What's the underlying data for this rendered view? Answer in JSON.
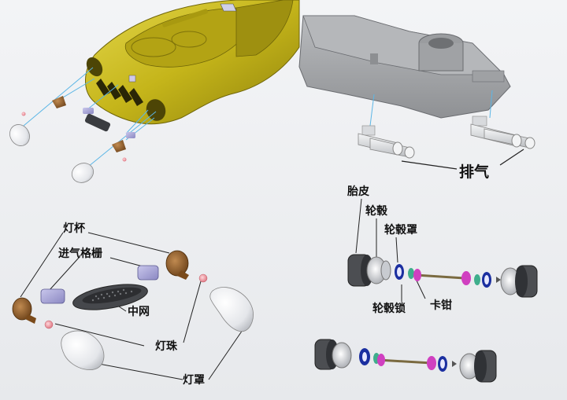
{
  "labels": {
    "exhaust": "排气",
    "tire": "胎皮",
    "hub": "轮毂",
    "hub_cover": "轮毂罩",
    "hub_lock": "轮毂锁",
    "clip": "卡钳",
    "lamp_cup": "灯杯",
    "intake_grille": "进气格栅",
    "center_mesh": "中网",
    "lamp_bead": "灯珠",
    "lamp_cover": "灯罩"
  },
  "colors": {
    "body": "#c8b81a",
    "chassis": "#a3a5a8",
    "lamp_cup": "#8a5a2a",
    "grille": "#a9a6d6",
    "bead": "#f0a0a8",
    "hub_lock": "#1b2fa0",
    "clip": "#d040c0",
    "tire": "#505256"
  }
}
